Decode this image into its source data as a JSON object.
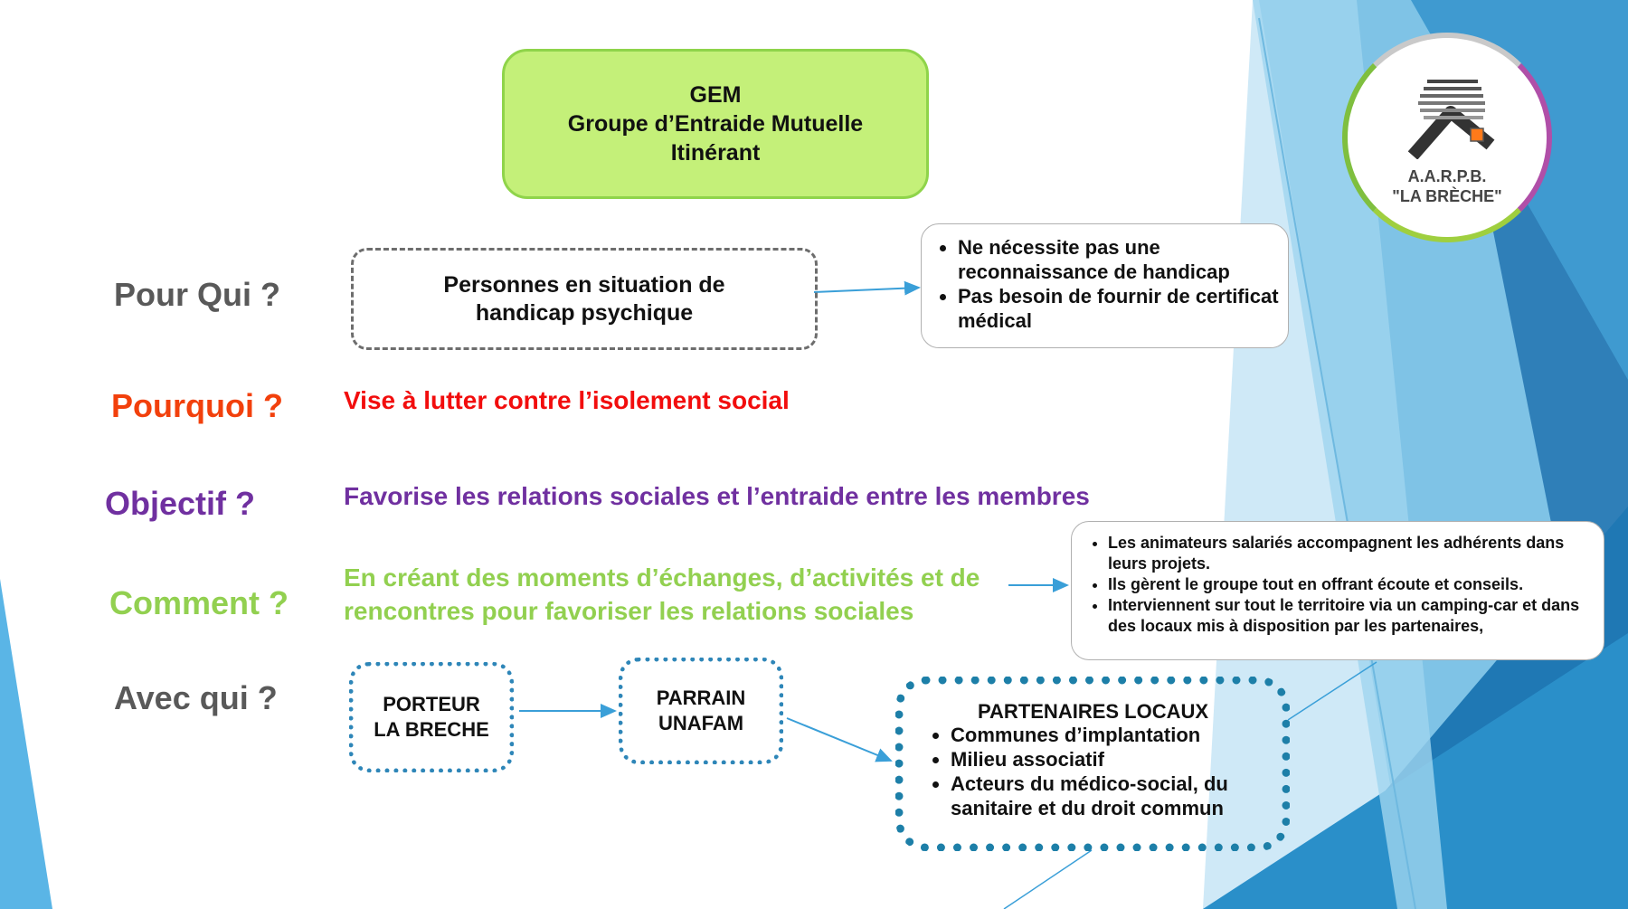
{
  "title_box": {
    "line1": "GEM",
    "line2": "Groupe d’Entraide Mutuelle",
    "line3": "Itinérant"
  },
  "questions": {
    "pour_qui": "Pour Qui ?",
    "pourquoi": "Pourquoi ?",
    "objectif": "Objectif ?",
    "comment": "Comment ?",
    "avec_qui": "Avec qui ?"
  },
  "pour_qui_box": {
    "line1": "Personnes en situation de",
    "line2": "handicap psychique"
  },
  "pour_qui_notes": [
    "Ne nécessite pas une reconnaissance de handicap",
    "Pas besoin de fournir de certificat médical"
  ],
  "pourquoi_text": "Vise à lutter contre l’isolement social",
  "objectif_text": "Favorise les relations sociales et l’entraide entre les membres",
  "comment_text": {
    "line1": "En créant des moments d’échanges, d’activités et de",
    "line2": "rencontres pour favoriser les relations sociales"
  },
  "comment_notes": [
    "Les animateurs salariés accompagnent les adhérents dans leurs projets.",
    "Ils gèrent le groupe tout en offrant écoute et conseils.",
    "Interviennent  sur tout le territoire via un camping-car et dans des locaux mis à disposition par les partenaires,"
  ],
  "porteur": {
    "line1": "PORTEUR",
    "line2": "LA BRECHE"
  },
  "parrain": {
    "line1": "PARRAIN",
    "line2": "UNAFAM"
  },
  "partenaires": {
    "title": "PARTENAIRES LOCAUX",
    "items": [
      "Communes d’implantation",
      "Milieu associatif",
      "Acteurs du médico-social, du sanitaire et du droit commun"
    ]
  },
  "logo": {
    "line1": "A.A.R.P.B.",
    "line2": "\"LA BRÈCHE\""
  },
  "colors": {
    "title_fill": "#c4f079",
    "red": "#f20d0d",
    "purple": "#7030a0",
    "green": "#92d050",
    "blue_dots": "#1d7fa8",
    "arrow": "#3a9fd8"
  },
  "icons": [
    "house-roof-logo-icon",
    "arrow-icon"
  ]
}
